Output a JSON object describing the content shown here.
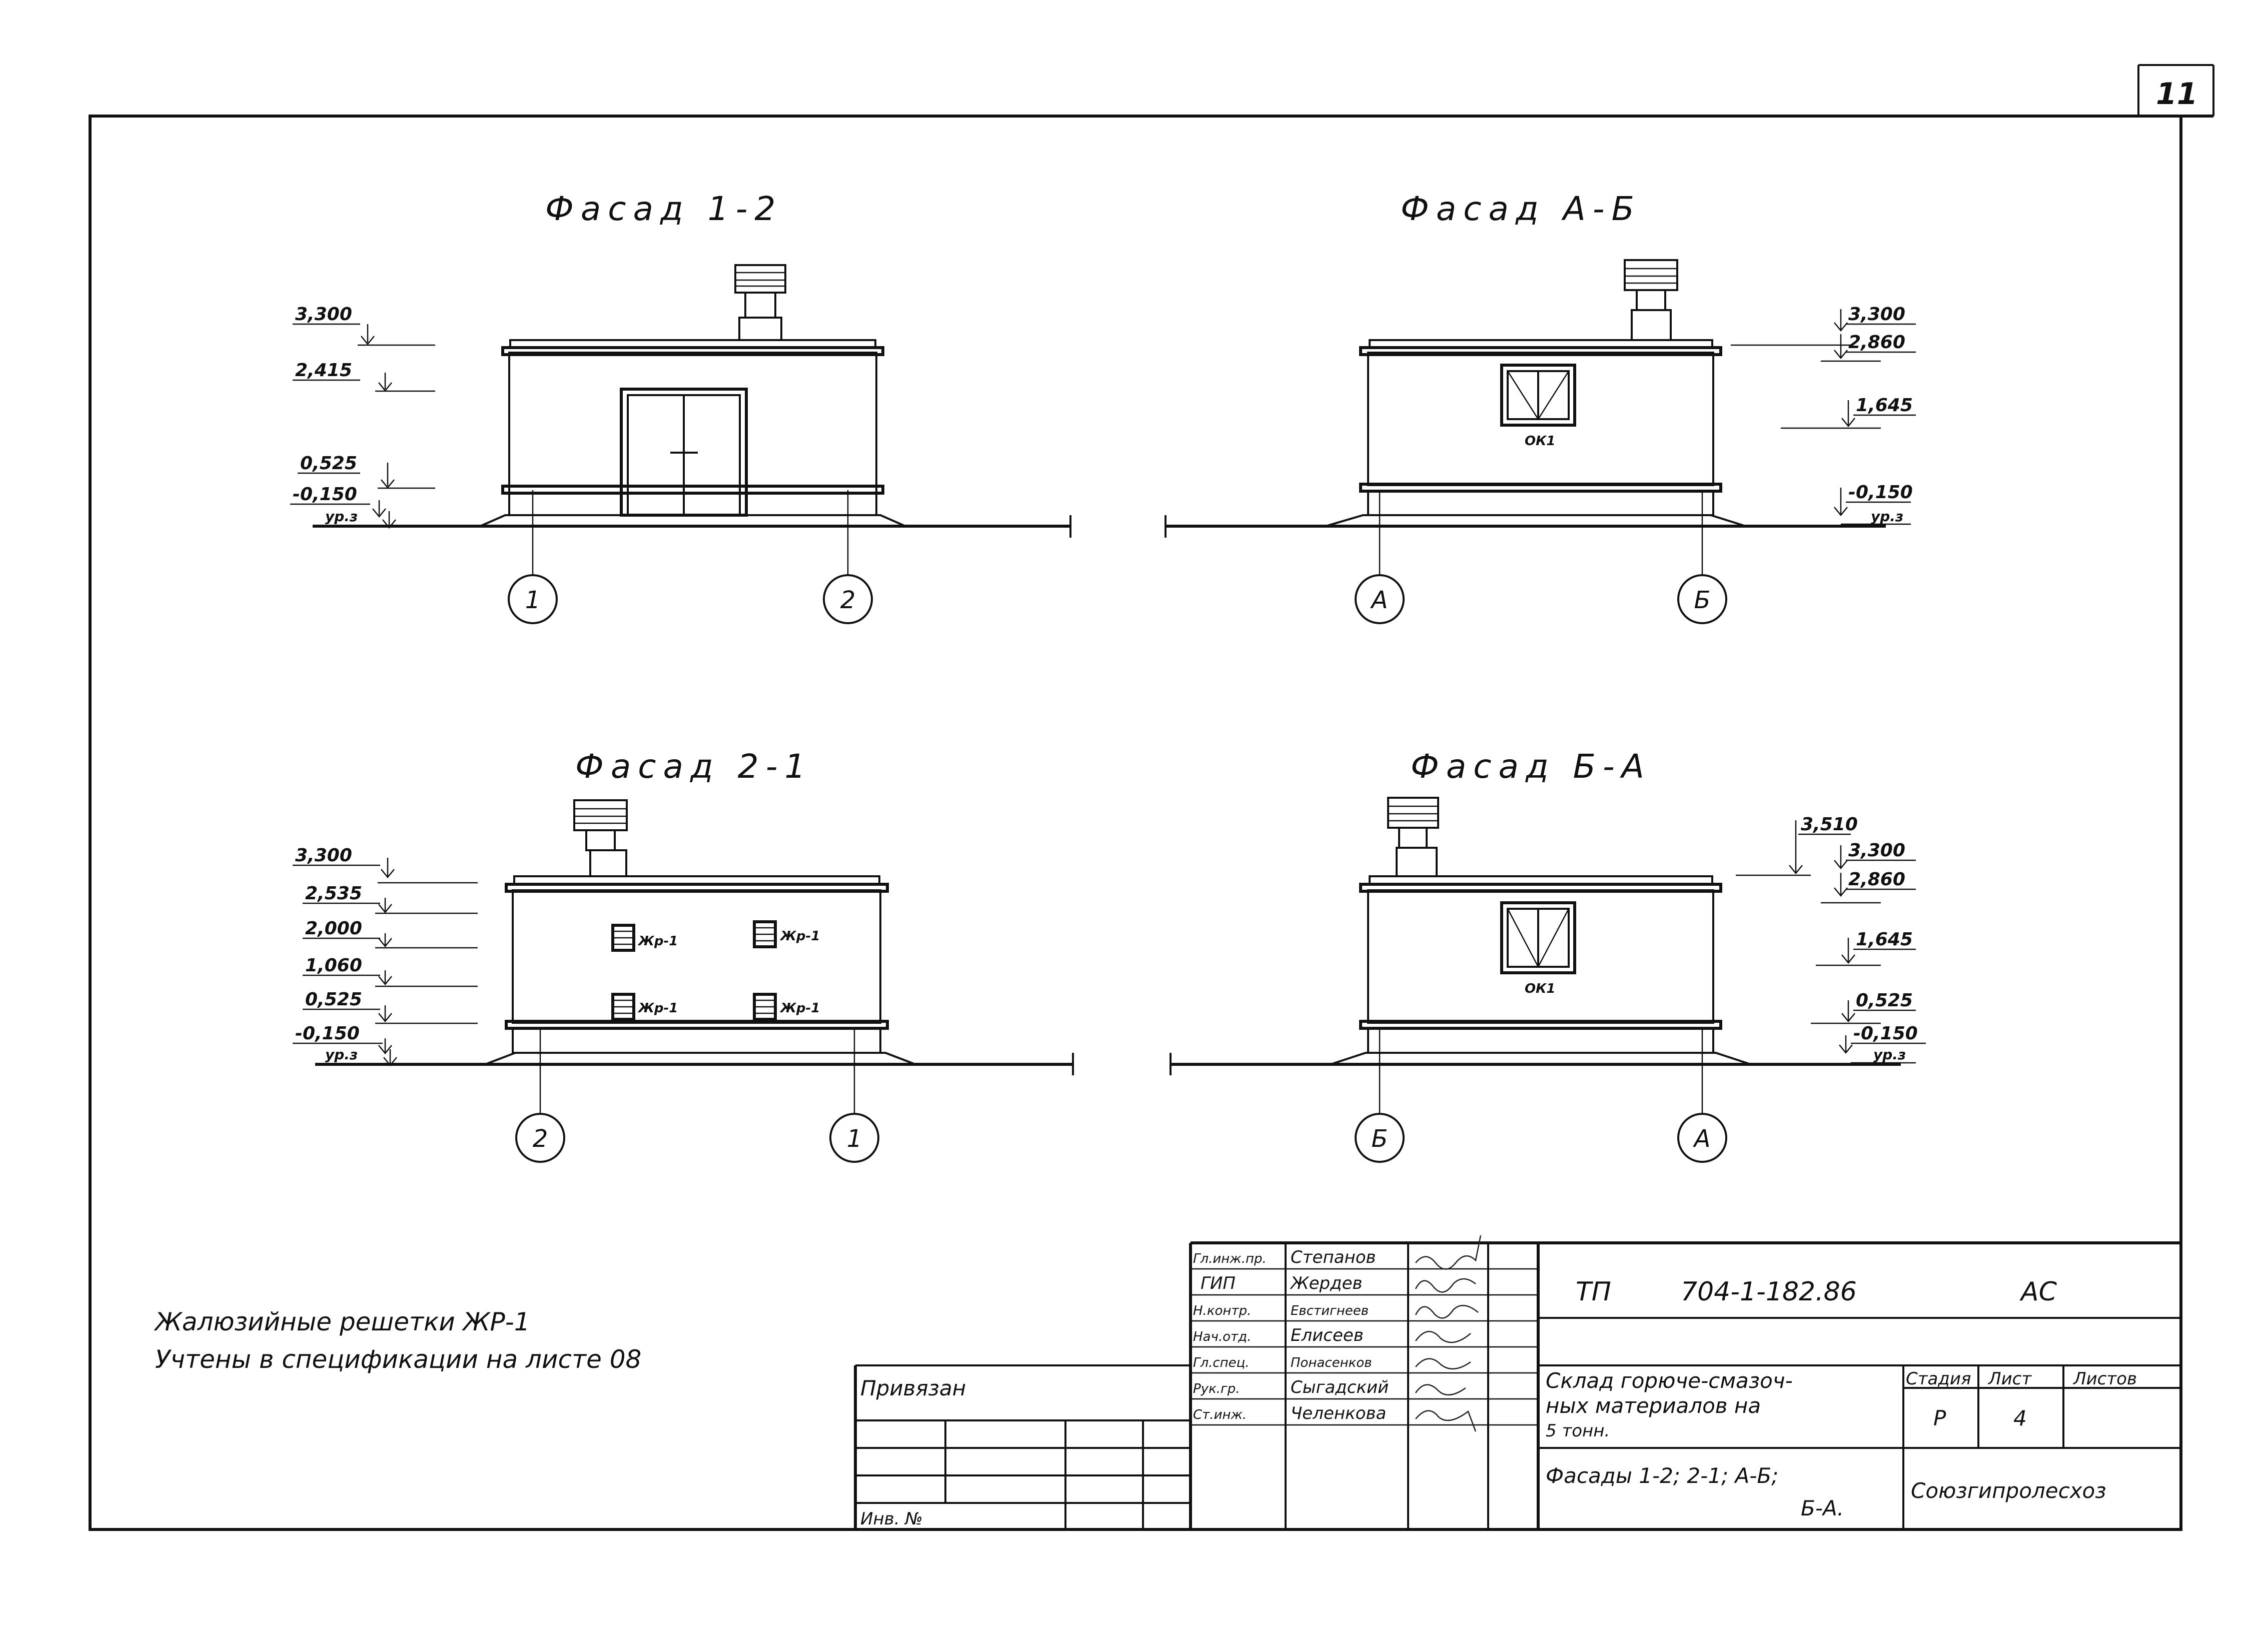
{
  "sheet_number": "11",
  "facades": [
    {
      "title": "Фасад 1-2",
      "levels": [
        "3,300",
        "2,415",
        "0,525",
        "-0,150",
        "ур.з"
      ],
      "axes": [
        "1",
        "2"
      ]
    },
    {
      "title": "Фасад А-Б",
      "levels": [
        "3,300",
        "2,860",
        "1,645",
        "-0,150",
        "ур.з"
      ],
      "axes": [
        "А",
        "Б"
      ],
      "window_label": "ОК1"
    },
    {
      "title": "Фасад 2-1",
      "levels": [
        "3,300",
        "2,535",
        "2,000",
        "1,060",
        "0,525",
        "-0,150",
        "ур.з"
      ],
      "axes": [
        "2",
        "1"
      ],
      "grille_label": "Жр-1"
    },
    {
      "title": "Фасад Б-А",
      "levels": [
        "3,510",
        "3,300",
        "2,860",
        "1,645",
        "0,525",
        "-0,150",
        "ур.з"
      ],
      "axes": [
        "Б",
        "А"
      ],
      "window_label": "ОК1"
    }
  ],
  "note": {
    "line1": "Жалюзийные решетки ЖР-1",
    "line2": "Учтены в спецификации на листе 08"
  },
  "title_block": {
    "privyazan": "Привязан",
    "inv_no": "Инв. №",
    "staff": [
      {
        "role": "Гл.инж.пр.",
        "name": "Степанов"
      },
      {
        "role": "ГИП",
        "name": "Жердев"
      },
      {
        "role": "Н.контр.",
        "name": "Евстигнеев"
      },
      {
        "role": "Нач.отд.",
        "name": "Елисеев"
      },
      {
        "role": "Гл.спец.",
        "name": "Понасенков"
      },
      {
        "role": "Рук.гр.",
        "name": "Сыгадский"
      },
      {
        "role": "Ст.инж.",
        "name": "Челенкова"
      }
    ],
    "doc_prefix": "ТП",
    "doc_code": "704-1-182.86",
    "doc_mark": "АС",
    "object_line1": "Склад горюче-смазоч-",
    "object_line2": "ных материалов на",
    "object_line3": "5 тонн.",
    "sheet_title_line1": "Фасады 1-2; 2-1; А-Б;",
    "sheet_title_line2": "Б-А.",
    "stage_header": "Стадия",
    "sheet_header": "Лист",
    "sheets_header": "Листов",
    "stage": "Р",
    "sheet": "4",
    "sheets": "",
    "organization": "Союзгипролесхоз"
  }
}
